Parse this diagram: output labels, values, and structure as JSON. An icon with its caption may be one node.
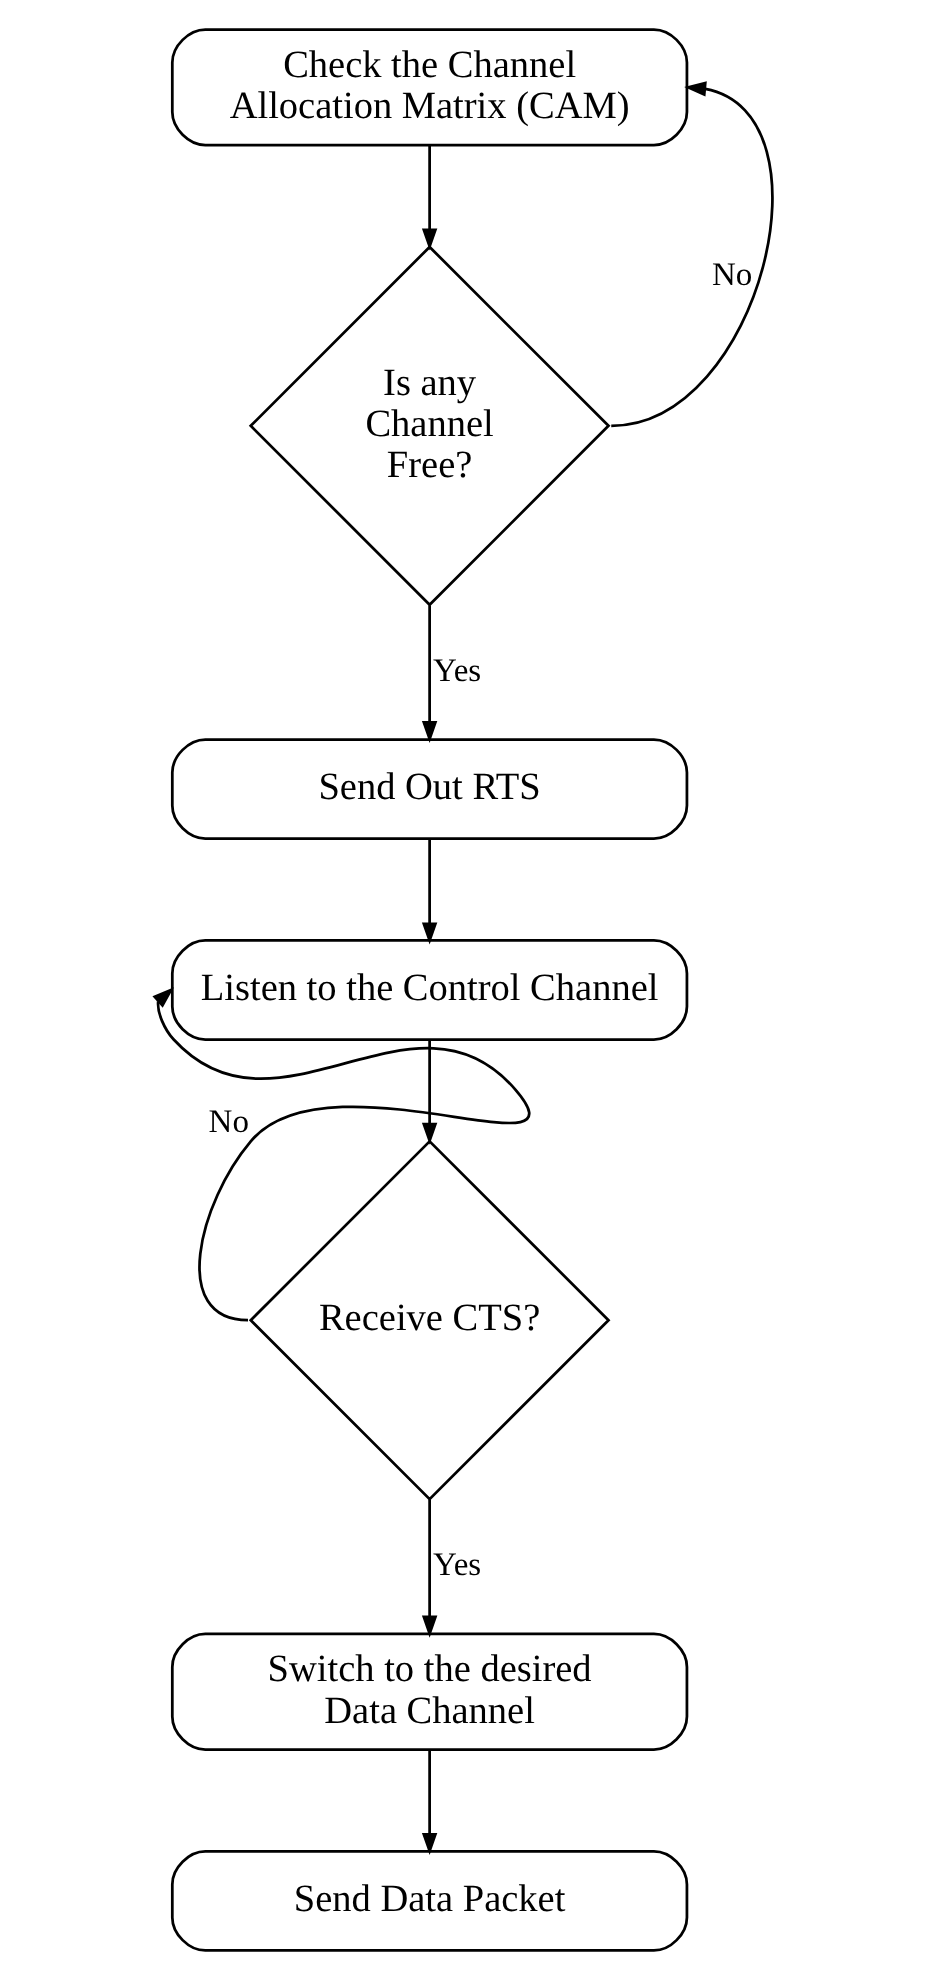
{
  "diagram": {
    "nodes": [
      {
        "text": [
          "Check the Channel Allocation Matrix (CAM)"
        ]
      },
      {
        "text": [
          "Is any Channel Free?"
        ]
      },
      {
        "text": [
          "Send Out RTS"
        ]
      },
      {
        "text": [
          "Listen to the Control Channel"
        ]
      },
      {
        "text": [
          "Receive CTS?"
        ]
      },
      {
        "text": [
          "Switch to the desired Data Channel"
        ]
      },
      {
        "text": [
          "Send Data Packet"
        ]
      }
    ],
    "edges": [
      {
        "from": 0,
        "to": 1,
        "arrow": "to"
      },
      {
        "from": 1,
        "to": 0,
        "arrow": "to",
        "label": "No"
      },
      {
        "from": 1,
        "to": 2,
        "arrow": "to",
        "label": "Yes"
      },
      {
        "from": 2,
        "to": 3,
        "arrow": "to"
      },
      {
        "from": 3,
        "to": 4,
        "arrow": "to"
      },
      {
        "from": 4,
        "to": 3,
        "arrow": "to",
        "label": "No"
      },
      {
        "from": 4,
        "to": 5,
        "arrow": "to",
        "label": "Yes"
      },
      {
        "from": 5,
        "to": 6,
        "arrow": "to"
      }
    ]
  }
}
